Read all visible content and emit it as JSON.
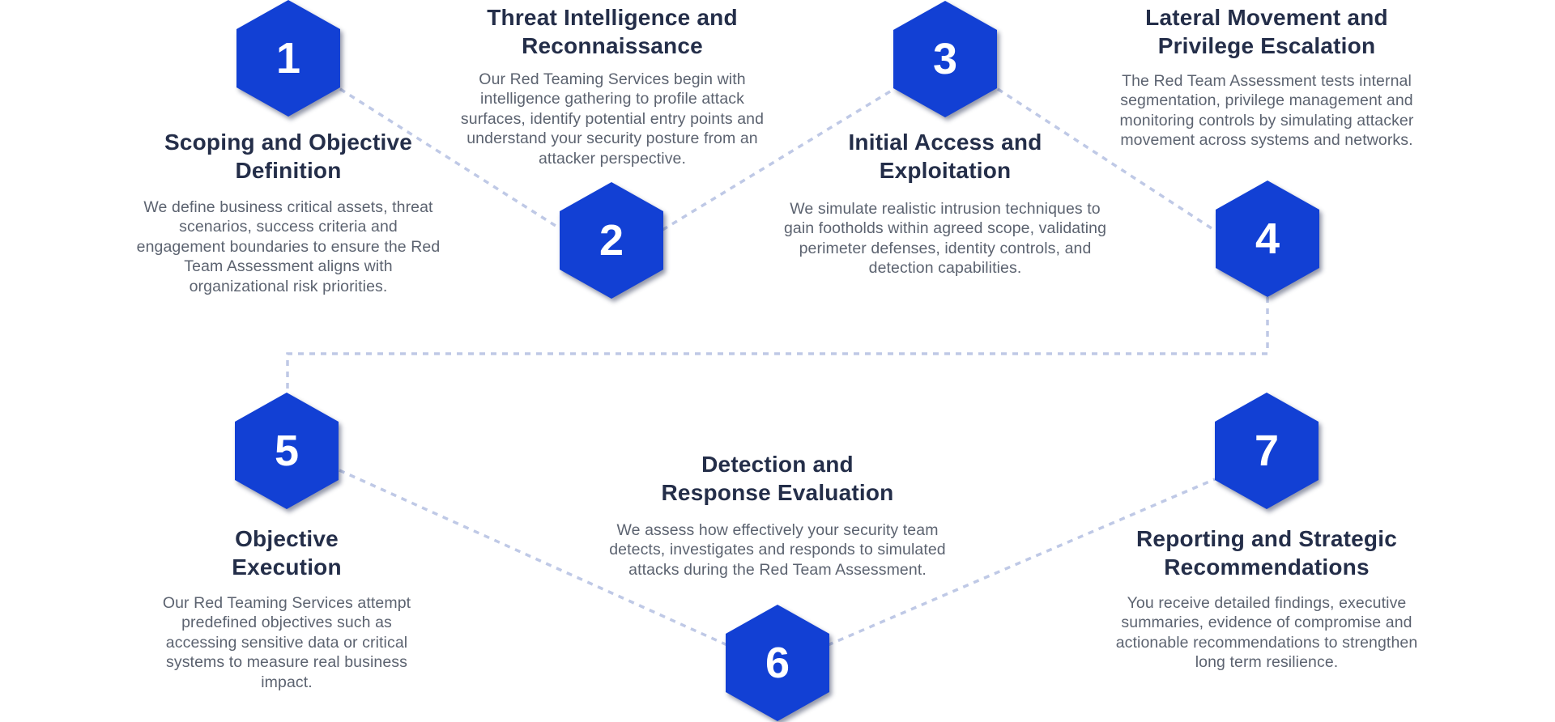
{
  "diagram": {
    "topic": "Red Team Assessment process",
    "colors": {
      "hexagon_fill": "#1240D4",
      "title_text": "#242E49",
      "body_text": "#5C6370",
      "connector_dotted": "#BFC9E6",
      "number_text": "#FFFFFF"
    },
    "steps": [
      {
        "number": "1",
        "title": "Scoping and Objective\nDefinition",
        "description": "We define business critical assets, threat scenarios, success criteria and engagement boundaries to ensure the Red Team Assessment aligns with organizational risk priorities."
      },
      {
        "number": "2",
        "title": "Threat Intelligence and\nReconnaissance",
        "description": "Our Red Teaming Services begin with intelligence gathering to profile attack surfaces, identify potential entry points and understand your security posture from an attacker perspective."
      },
      {
        "number": "3",
        "title": "Initial Access and\nExploitation",
        "description": "We simulate realistic intrusion techniques to gain footholds within agreed scope, validating perimeter defenses, identity controls, and detection capabilities."
      },
      {
        "number": "4",
        "title": "Lateral Movement and\nPrivilege Escalation",
        "description": "The Red Team Assessment tests internal segmentation, privilege management and monitoring controls by simulating attacker movement across systems and networks."
      },
      {
        "number": "5",
        "title": "Objective\nExecution",
        "description": "Our Red Teaming Services attempt predefined objectives such as accessing sensitive data or critical systems to measure real business impact."
      },
      {
        "number": "6",
        "title": "Detection and\nResponse Evaluation",
        "description": "We assess how effectively your security team detects, investigates and responds to simulated attacks during the Red Team Assessment."
      },
      {
        "number": "7",
        "title": "Reporting and Strategic\nRecommendations",
        "description": "You receive detailed findings, executive summaries, evidence of compromise and actionable recommendations to strengthen long term resilience."
      }
    ]
  }
}
